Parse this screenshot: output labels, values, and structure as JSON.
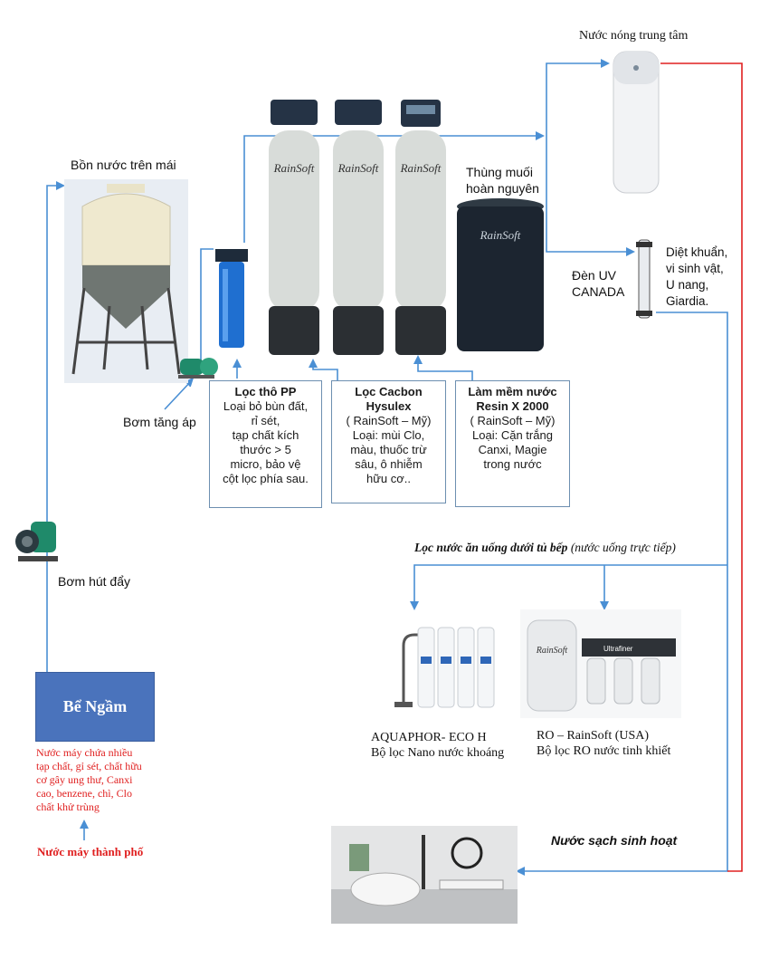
{
  "tank": {
    "title": "Bồn nước trên mái"
  },
  "booster_pump": {
    "label": "Bơm tăng áp"
  },
  "suction_pump": {
    "label": "Bơm hút đẩy"
  },
  "water_heater": {
    "label": "Nước nóng trung tâm"
  },
  "salt_tank": {
    "label_line1": "Thùng muối",
    "label_line2": "hoàn nguyên",
    "brand": "RainSoft"
  },
  "uv": {
    "label_line1": "Đèn UV",
    "label_line2": "CANADA",
    "desc": [
      "Diệt khuẩn,",
      "vi sinh vật,",
      "U nang,",
      "Giardia."
    ]
  },
  "columns_brand": "RainSoft",
  "filters": [
    {
      "title": "Lọc thô PP",
      "lines": [
        "Loại bỏ bùn đất,",
        "rỉ sét,",
        "tạp chất kích",
        "thước > 5",
        "micro, bảo vệ",
        "cột lọc phía sau."
      ]
    },
    {
      "title": "Lọc Cacbon",
      "title2": "Hysulex",
      "lines": [
        "( RainSoft – Mỹ)",
        "Loại: mùi Clo,",
        "màu, thuốc trừ",
        "sâu, ô nhiễm",
        "hữu cơ.."
      ]
    },
    {
      "title": "Làm mềm nước",
      "title2": "Resin X 2000",
      "lines": [
        "( RainSoft – Mỹ)",
        "Loại: Cặn trắng",
        "Canxi, Magie",
        "trong nước"
      ]
    }
  ],
  "kitchen": {
    "title_bold": "Lọc nước ăn uống dưới tủ bếp",
    "title_rest": " (nước uống trực tiếp)"
  },
  "aquaphor": {
    "line1": "AQUAPHOR- ECO H",
    "line2": "Bộ lọc Nano nước khoáng"
  },
  "ro": {
    "line1": "RO – RainSoft (USA)",
    "line2": "Bộ lọc RO nước tinh khiết",
    "brand": "Ultrafiner"
  },
  "underground": {
    "title": "Bể Ngầm",
    "desc": [
      "Nước máy chứa nhiều",
      "tạp chất, gỉ sét, chất hữu",
      "cơ gây ung thư, Canxi",
      "cao, benzene, chì, Clo",
      "chất khử trùng"
    ]
  },
  "city_water": {
    "label": "Nước máy thành phố"
  },
  "domestic": {
    "label": "Nước sạch sinh hoạt"
  },
  "colors": {
    "pipe": "#4a8fd4",
    "hot": "#e02020",
    "box_fill": "#4a73bc"
  }
}
